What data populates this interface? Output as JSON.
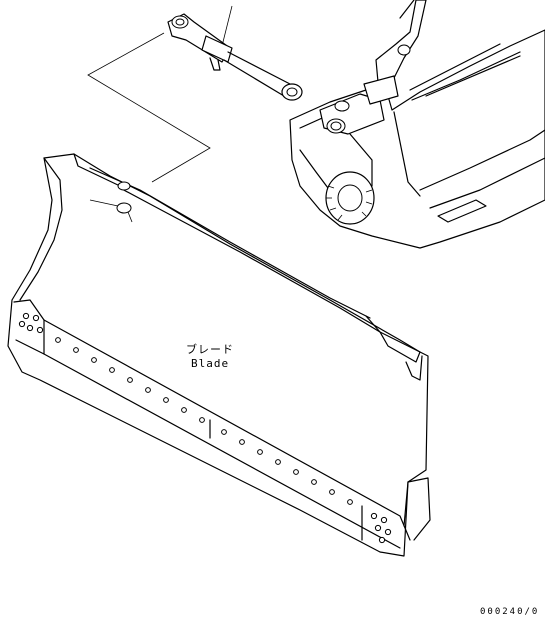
{
  "labels": {
    "blade_ja": "ブレード",
    "blade_en": "Blade",
    "drawing_code": "000240/0"
  },
  "icons": [
    "hydraulic-cylinder-icon",
    "blade-icon",
    "machine-frame-icon"
  ]
}
